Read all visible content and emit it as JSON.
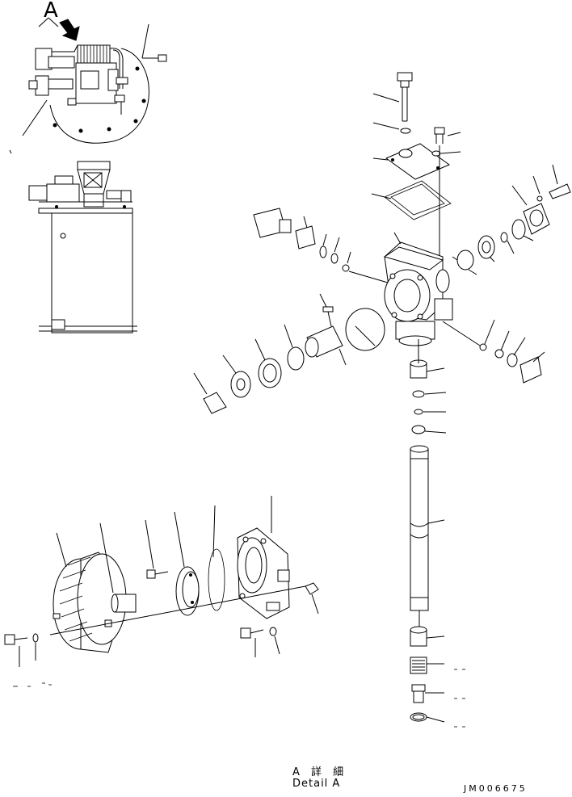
{
  "diagram": {
    "view_letter": "A",
    "detail_title_jp": "A 詳 細",
    "detail_title_en": "Detail A",
    "drawing_number": "JM006675"
  },
  "icons": {
    "view_arrow": "view-direction-arrow-icon"
  }
}
